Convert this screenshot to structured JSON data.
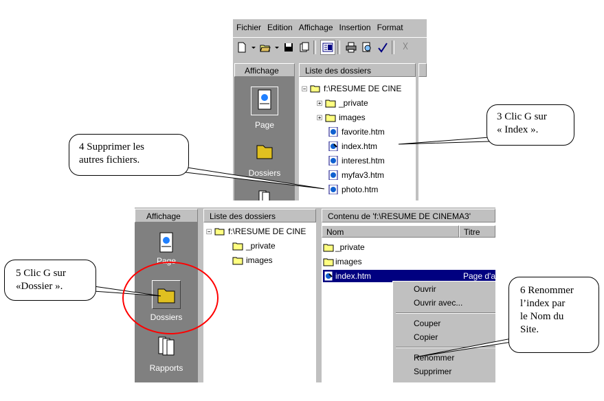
{
  "top_window": {
    "menu": [
      "Fichier",
      "Edition",
      "Affichage",
      "Insertion",
      "Format"
    ],
    "views_header": "Affichage",
    "folders_header": "Liste des dossiers",
    "views": [
      {
        "label": "Page"
      },
      {
        "label": "Dossiers"
      }
    ],
    "tree": [
      {
        "label": "f:\\RESUME DE CINE",
        "icon": "open-folder-icon"
      },
      {
        "label": "_private",
        "icon": "folder-icon"
      },
      {
        "label": "images",
        "icon": "folder-icon"
      },
      {
        "label": "favorite.htm",
        "icon": "html-page-icon"
      },
      {
        "label": "index.htm",
        "icon": "home-page-icon"
      },
      {
        "label": "interest.htm",
        "icon": "html-page-icon"
      },
      {
        "label": "myfav3.htm",
        "icon": "html-page-icon"
      },
      {
        "label": "photo.htm",
        "icon": "html-page-icon"
      }
    ]
  },
  "bottom_window": {
    "views_header": "Affichage",
    "folders_header": "Liste des dossiers",
    "contents_header": "Contenu de 'f:\\RESUME DE CINEMA3'",
    "columns": [
      "Nom",
      "Titre"
    ],
    "views": [
      {
        "label": "Page"
      },
      {
        "label": "Dossiers"
      },
      {
        "label": "Rapports"
      }
    ],
    "tree": [
      {
        "label": "f:\\RESUME DE CINE"
      },
      {
        "label": "_private"
      },
      {
        "label": "images"
      }
    ],
    "files": [
      {
        "name": "_private",
        "title": ""
      },
      {
        "name": "images",
        "title": ""
      },
      {
        "name": "index.htm",
        "title": "Page d'a"
      }
    ],
    "context_menu": [
      "Ouvrir",
      "Ouvrir avec...",
      "Couper",
      "Copier",
      "Renommer",
      "Supprimer"
    ]
  },
  "callouts": {
    "step3": [
      "3 Clic G sur",
      "« Index »."
    ],
    "step4": [
      "4  Supprimer les",
      "autres fichiers."
    ],
    "step5": [
      "5 Clic G sur",
      "«Dossier »."
    ],
    "step6": [
      "6 Renommer",
      "l’index par",
      "le Nom du",
      "Site."
    ]
  },
  "colors": {
    "window_gray": "#c0c0c0",
    "selection": "#000080",
    "highlight_circle": "#ff0000"
  }
}
